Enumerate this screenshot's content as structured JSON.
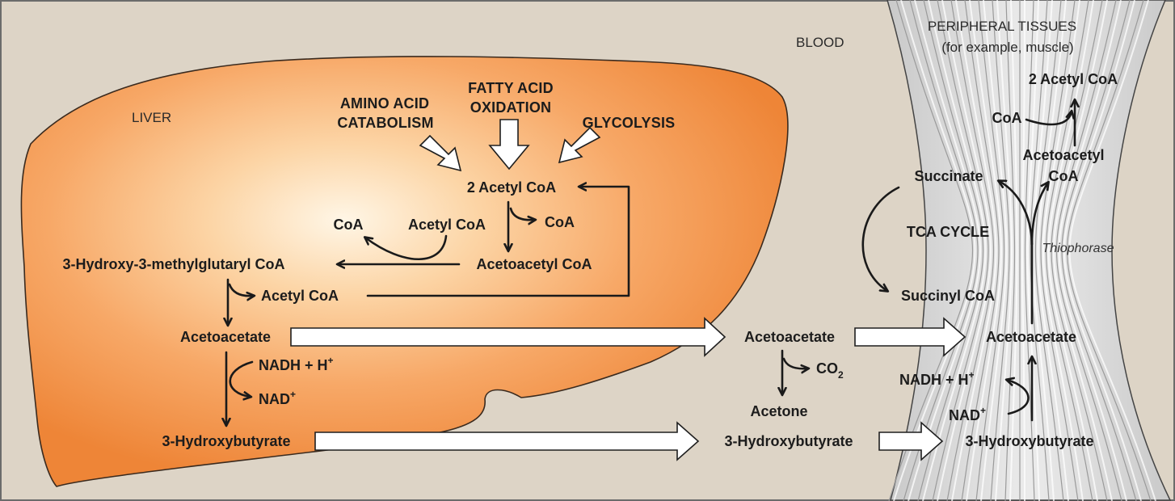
{
  "regions": {
    "liver": "LIVER",
    "blood": "BLOOD",
    "peripheral_title": "PERIPHERAL TISSUES",
    "peripheral_subtitle": "(for example, muscle)"
  },
  "sources": {
    "amino_line1": "AMINO ACID",
    "amino_line2": "CATABOLISM",
    "fatty_line1": "FATTY ACID",
    "fatty_line2": "OXIDATION",
    "glycolysis": "GLYCOLYSIS"
  },
  "liver": {
    "acetyl_coa_2": "2 Acetyl CoA",
    "coa_right": "CoA",
    "coa_left": "CoA",
    "acetyl_coa": "Acetyl CoA",
    "acetoacetyl_coa": "Acetoacetyl CoA",
    "hmg_coa": "3-Hydroxy-3-methylglutaryl CoA",
    "acetyl_coa_released": "Acetyl CoA",
    "acetoacetate": "Acetoacetate",
    "nadh": "NADH + H",
    "nad": "NAD",
    "hydroxybutyrate": "3-Hydroxybutyrate"
  },
  "blood": {
    "acetoacetate": "Acetoacetate",
    "co2": "CO",
    "co2_sub": "2",
    "acetone": "Acetone",
    "hydroxybutyrate": "3-Hydroxybutyrate"
  },
  "peripheral": {
    "acetyl_coa_2": "2 Acetyl CoA",
    "coa": "CoA",
    "acetoacetyl_line1": "Acetoacetyl",
    "acetoacetyl_line2": "CoA",
    "succinate": "Succinate",
    "tca_cycle": "TCA CYCLE",
    "thiophorase": "Thiophorase",
    "succinyl_coa": "Succinyl CoA",
    "acetoacetate": "Acetoacetate",
    "nadh": "NADH + H",
    "nad": "NAD",
    "hydroxybutyrate": "3-Hydroxybutyrate"
  },
  "symbols": {
    "plus": "+"
  },
  "colors": {
    "background": "#ddd4c6",
    "liver_center": "#fff3de",
    "liver_edge": "#f0893b",
    "muscle": "#d7d7d7"
  }
}
